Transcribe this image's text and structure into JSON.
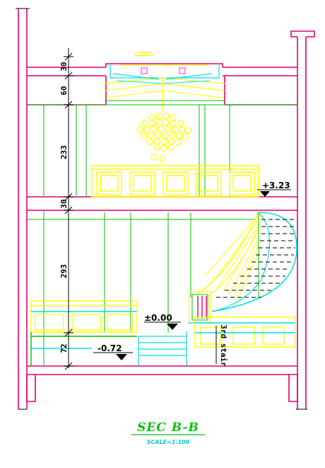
{
  "dimensions": [
    "30",
    "60",
    "233",
    "30",
    "293",
    "72"
  ],
  "levels": {
    "upper": "+3.23",
    "ground": "±0.00",
    "lower": "-0.72"
  },
  "stair_note": "3rd stair",
  "title": "SEC B-B",
  "scale": "SCALE=1:100",
  "colors": {
    "wall": "#e0006e",
    "yellow": "#ffff00",
    "green": "#00c000",
    "cyan": "#00e0e0",
    "title_green": "#10c010"
  }
}
